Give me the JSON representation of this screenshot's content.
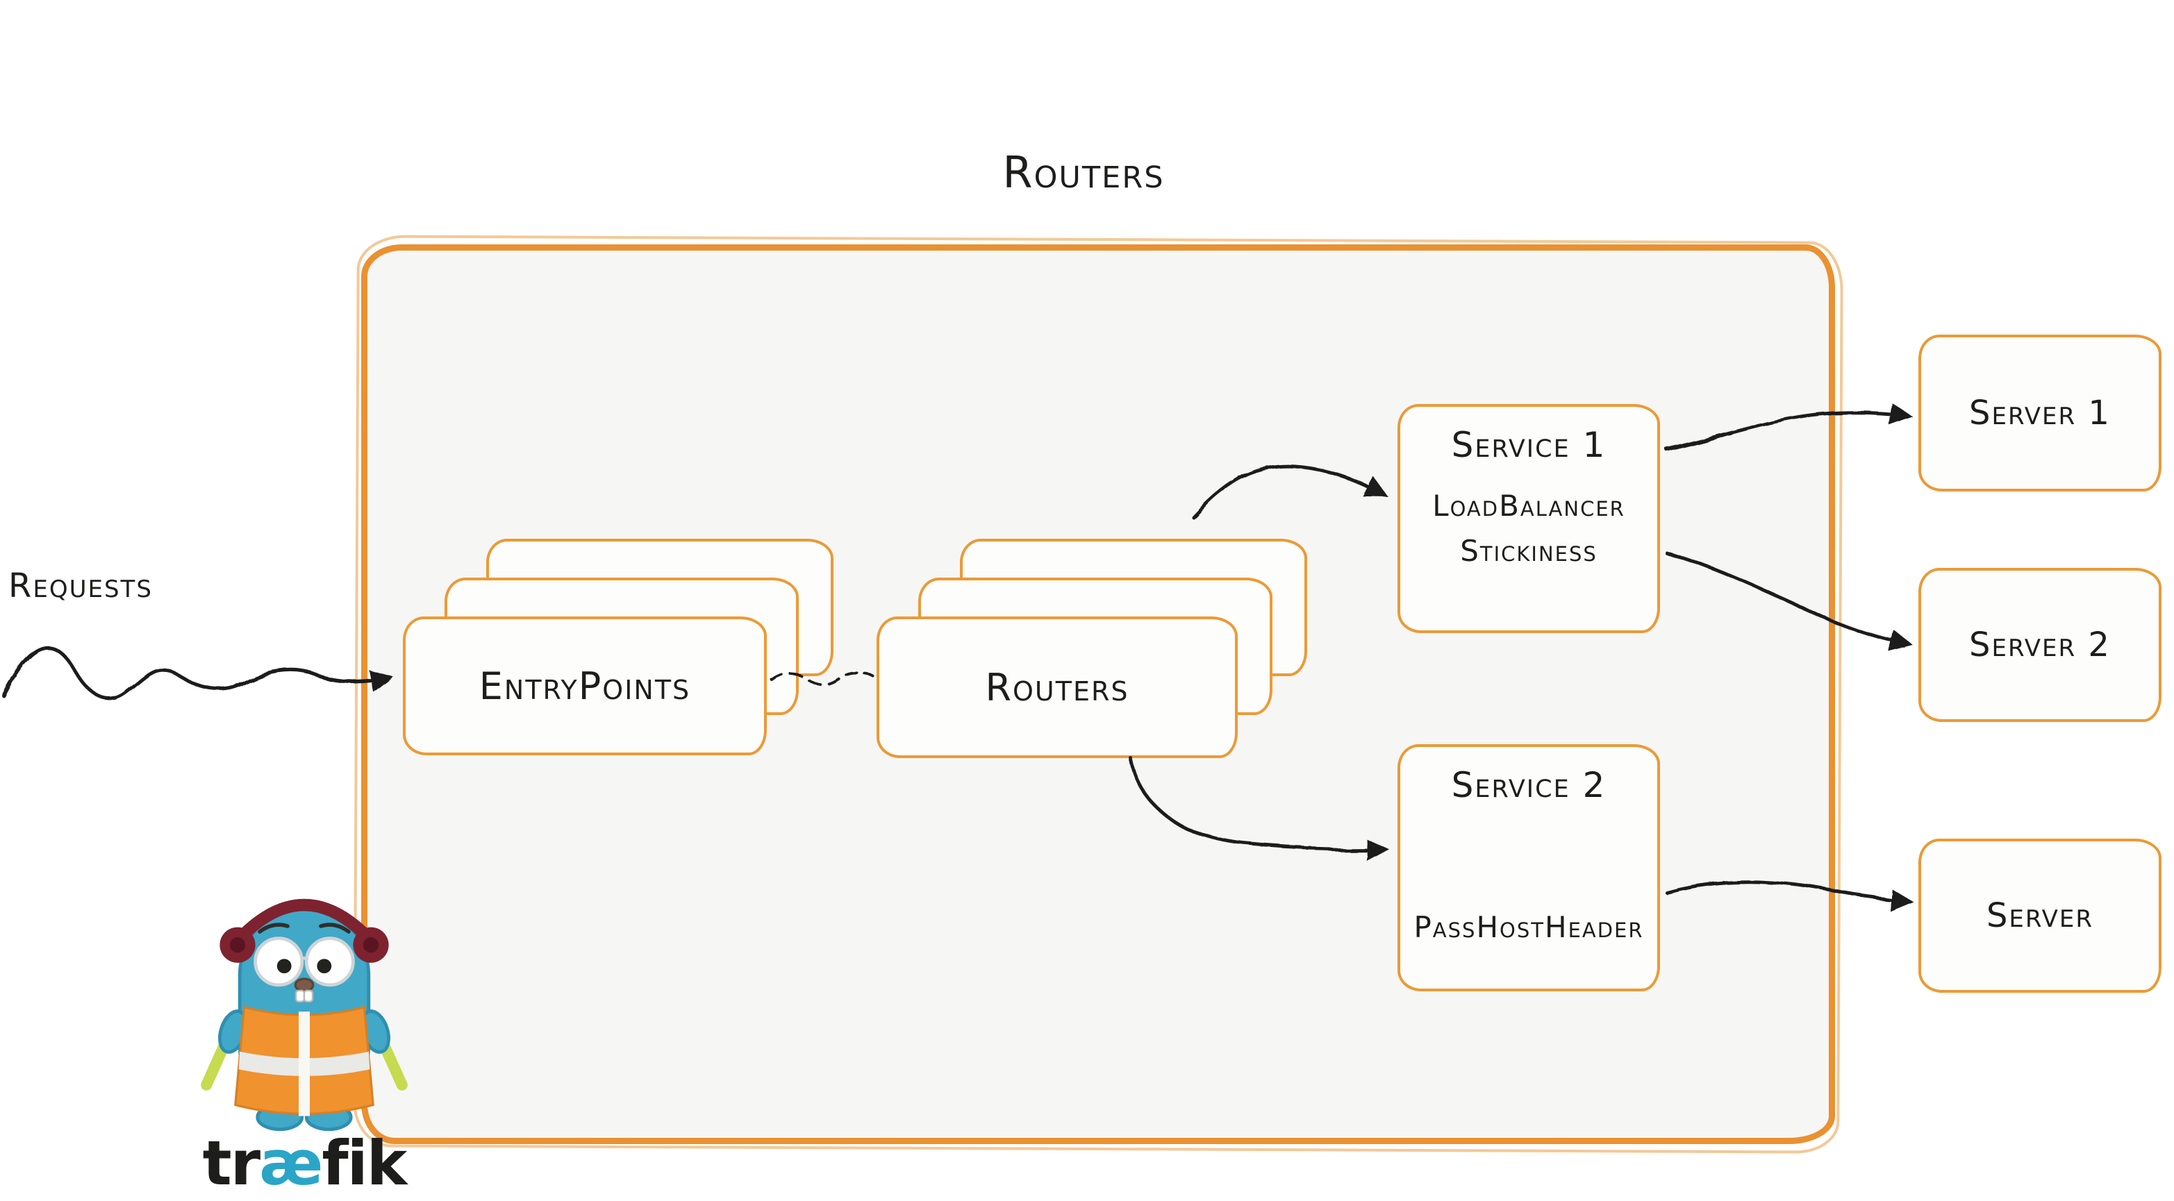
{
  "title": "Routers",
  "colors": {
    "accent_orange": "#EA9130",
    "container_fill": "#F6F6F5",
    "ink": "#1D1D1B",
    "traefik_blue": "#2AA5C7",
    "gopher_body": "#41A8C8",
    "vest_orange": "#F0922E",
    "baton_green": "#C6DB4F"
  },
  "nodes": {
    "requests": {
      "label": "Requests"
    },
    "entrypoints": {
      "label": "EntryPoints"
    },
    "routers": {
      "label": "Routers"
    },
    "service1": {
      "title": "Service 1",
      "features": [
        "LoadBalancer",
        "Stickiness"
      ]
    },
    "service2": {
      "title": "Service 2",
      "features": [
        "PassHostHeader"
      ]
    },
    "server1": {
      "label": "Server 1"
    },
    "server2": {
      "label": "Server 2"
    },
    "server3": {
      "label": "Server"
    }
  },
  "edges": [
    {
      "from": "requests",
      "to": "entrypoints"
    },
    {
      "from": "entrypoints",
      "to": "routers"
    },
    {
      "from": "routers",
      "to": "service1"
    },
    {
      "from": "routers",
      "to": "service2"
    },
    {
      "from": "service1",
      "to": "server1"
    },
    {
      "from": "service1",
      "to": "server2"
    },
    {
      "from": "service2",
      "to": "server3"
    }
  ],
  "logo": {
    "pre": "tr",
    "ae": "æ",
    "post": "fik"
  }
}
